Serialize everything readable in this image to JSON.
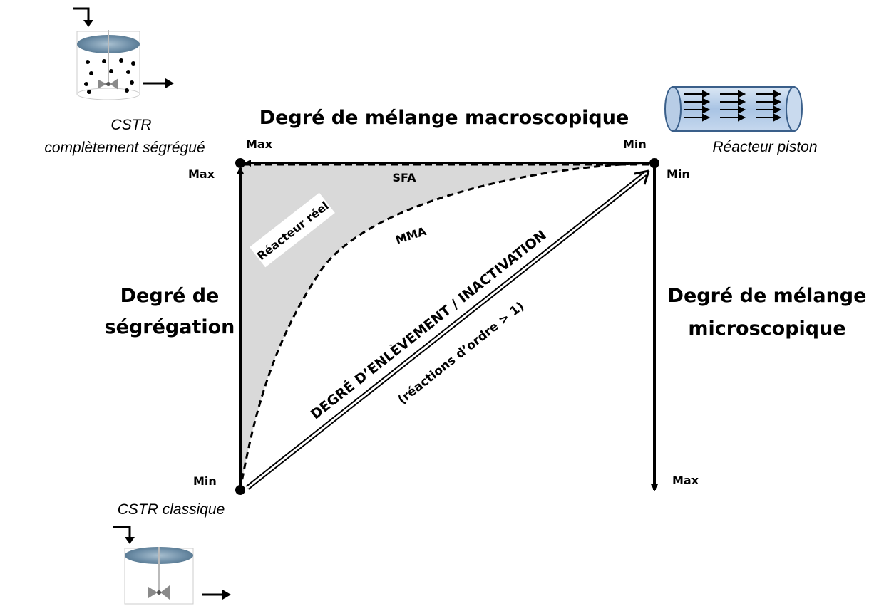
{
  "top_axis": {
    "title": "Degré de mélange macroscopique",
    "left_label": "Max",
    "right_label": "Min"
  },
  "left_axis": {
    "title_line1": "Degré de",
    "title_line2": "ségrégation",
    "top_label": "Max",
    "bottom_label": "Min"
  },
  "right_axis": {
    "title_line1": "Degré de mélange",
    "title_line2": "microscopique",
    "top_label": "Min",
    "bottom_label": "Max"
  },
  "corners": {
    "top_left_line1": "CSTR",
    "top_left_line2": "complètement ségrégué",
    "top_right": "Réacteur piston",
    "bottom_left": "CSTR classique"
  },
  "curves": {
    "sfa": "SFA",
    "mma": "MMA",
    "real_reactor": "Réacteur réel"
  },
  "diagonal": {
    "line1": "DEGRÉ D’ENLÈVEMENT / INACTIVATION",
    "line2": "(réactions d’ordre > 1)"
  },
  "icons": [
    "cstr-segregated-icon",
    "plug-flow-reactor-icon",
    "cstr-classic-icon"
  ],
  "colors": {
    "shade": "#d9d9d9",
    "line": "#000000",
    "water": "#6f8fa8"
  }
}
